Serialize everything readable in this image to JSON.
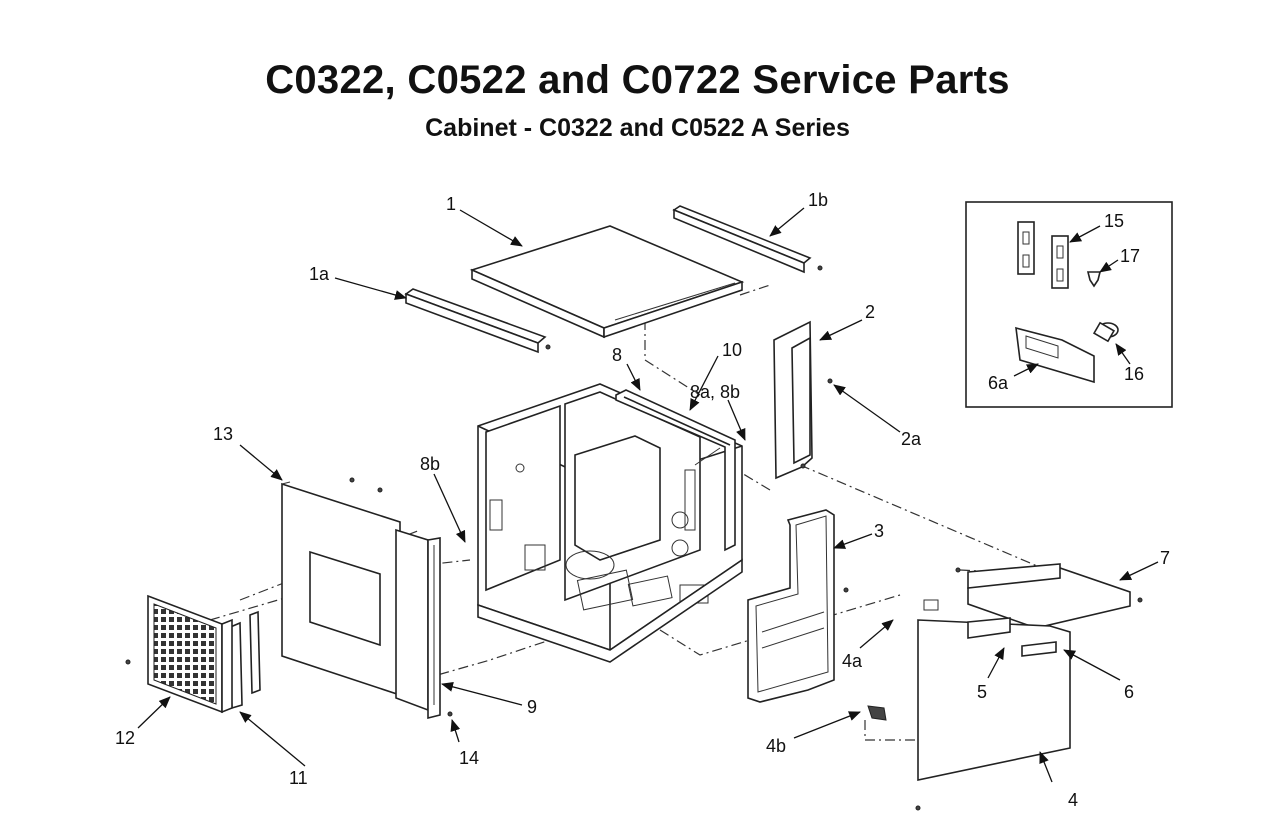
{
  "title": "C0322, C0522 and C0722 Service Parts",
  "subtitle": "Cabinet - C0322 and C0522 A Series",
  "callouts": {
    "c1": "1",
    "c1a": "1a",
    "c1b": "1b",
    "c2": "2",
    "c2a": "2a",
    "c3": "3",
    "c4": "4",
    "c4a": "4a",
    "c4b": "4b",
    "c5": "5",
    "c6": "6",
    "c6a": "6a",
    "c7": "7",
    "c8": "8",
    "c8a8b": "8a, 8b",
    "c8b": "8b",
    "c9": "9",
    "c10": "10",
    "c11": "11",
    "c12": "12",
    "c13": "13",
    "c14": "14",
    "c15": "15",
    "c16": "16",
    "c17": "17"
  }
}
